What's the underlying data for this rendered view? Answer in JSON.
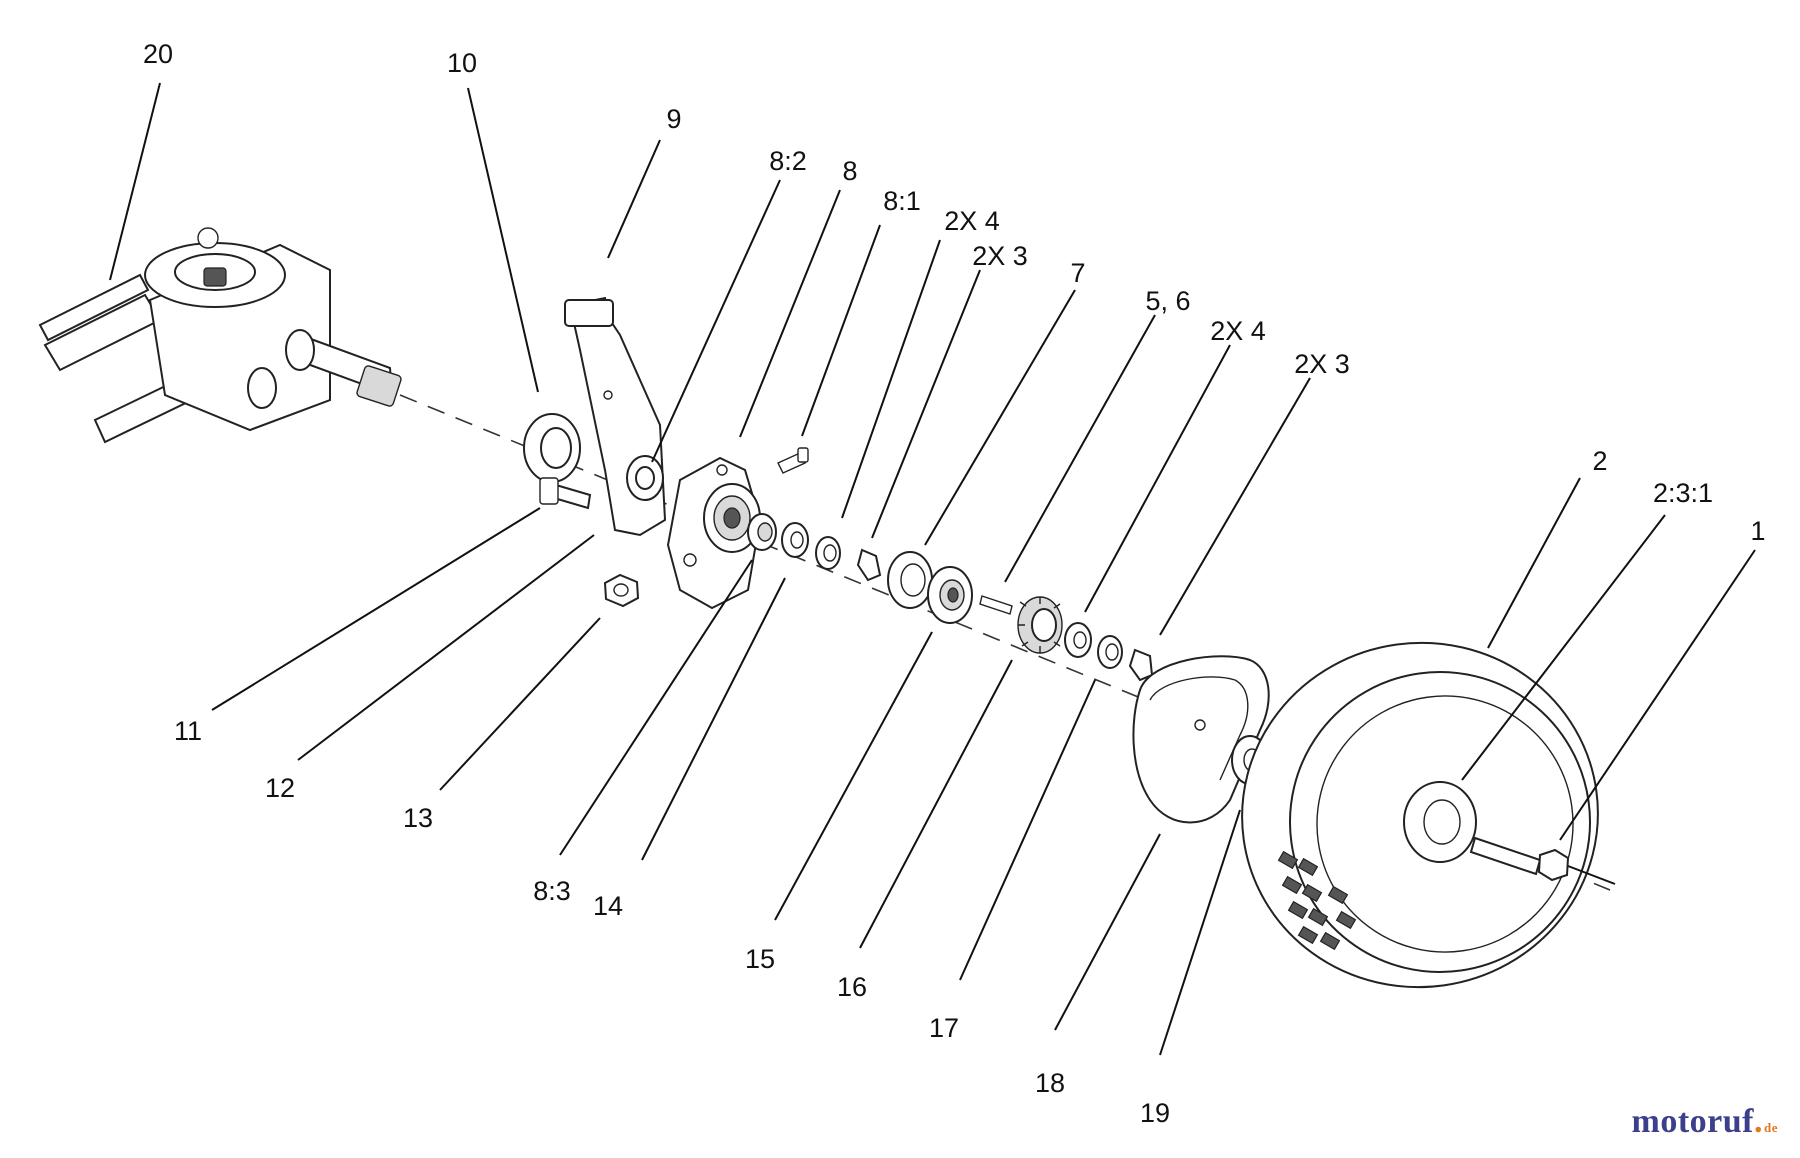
{
  "diagram": {
    "callouts": [
      {
        "id": "c20",
        "label": "20"
      },
      {
        "id": "c10",
        "label": "10"
      },
      {
        "id": "c9",
        "label": "9"
      },
      {
        "id": "c8-2",
        "label": "8:2"
      },
      {
        "id": "c8",
        "label": "8"
      },
      {
        "id": "c8-1",
        "label": "8:1"
      },
      {
        "id": "c2x4a",
        "label": "2X 4"
      },
      {
        "id": "c2x3a",
        "label": "2X 3"
      },
      {
        "id": "c7",
        "label": "7"
      },
      {
        "id": "c5-6",
        "label": "5, 6"
      },
      {
        "id": "c2x4b",
        "label": "2X 4"
      },
      {
        "id": "c2x3b",
        "label": "2X 3"
      },
      {
        "id": "c2",
        "label": "2"
      },
      {
        "id": "c2-3-1",
        "label": "2:3:1"
      },
      {
        "id": "c1",
        "label": "1"
      },
      {
        "id": "c11",
        "label": "11"
      },
      {
        "id": "c12",
        "label": "12"
      },
      {
        "id": "c13",
        "label": "13"
      },
      {
        "id": "c8-3",
        "label": "8:3"
      },
      {
        "id": "c14",
        "label": "14"
      },
      {
        "id": "c15",
        "label": "15"
      },
      {
        "id": "c16",
        "label": "16"
      },
      {
        "id": "c17",
        "label": "17"
      },
      {
        "id": "c18",
        "label": "18"
      },
      {
        "id": "c19",
        "label": "19"
      }
    ]
  },
  "watermark": {
    "brand": "motoruf",
    "tld": "de"
  }
}
